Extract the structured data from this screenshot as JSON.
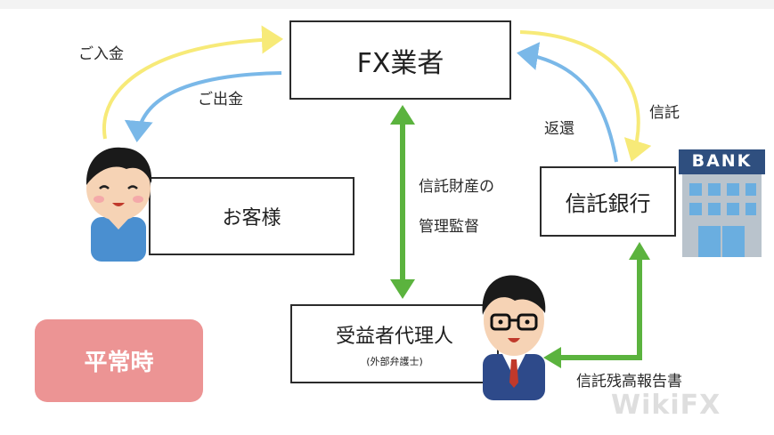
{
  "nodes": {
    "fx_dealer": "FX業者",
    "customer": "お客様",
    "trust_bank": "信託銀行",
    "beneficiary_agent": "受益者代理人",
    "beneficiary_agent_sub": "(外部弁護士)"
  },
  "edges": {
    "deposit": "ご入金",
    "withdrawal": "ご出金",
    "trust": "信託",
    "return": "返還",
    "trust_property_line1": "信託財産の",
    "trust_property_line2": "管理監督",
    "balance_report": "信託残高報告書"
  },
  "badge": "平常時",
  "bank_sign": "BANK",
  "watermark": "WikiFX",
  "colors": {
    "yellow_arrow": "#f7ea78",
    "blue_arrow": "#7ab8e8",
    "green_arrow": "#5bb33e",
    "badge": "#ec9494",
    "bank_sign": "#2f4f7f"
  },
  "icons": [
    "man-illustration",
    "lawyer-illustration",
    "bank-building-icon"
  ]
}
